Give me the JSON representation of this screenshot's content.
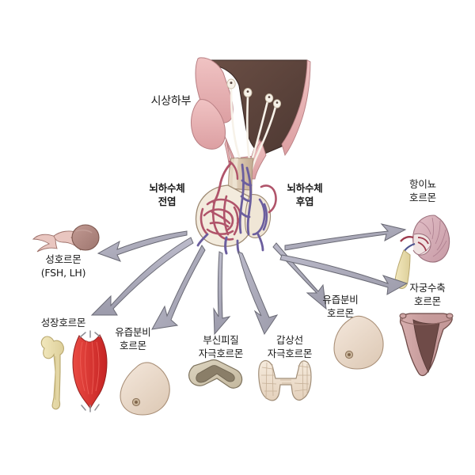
{
  "diagram": {
    "title_region": "hypothalamus-pituitary-hormone-targets",
    "background_color": "#ffffff",
    "arrow_color": "#a9a9b6",
    "arrow_color_alt": "#b3b2c6",
    "arrow_outline": "#5d5d68",
    "text_color": "#1a1a1a"
  },
  "labels": {
    "hypothalamus": "시상하부",
    "pituitary_anterior": "뇌하수체\n전엽",
    "pituitary_posterior": "뇌하수체\n후엽",
    "sex_hormone": "성호르몬\n(FSH, LH)",
    "growth_hormone": "성장호르몬",
    "prolactin_left": "유즙분비\n호르몬",
    "acth": "부신피질\n자극호르몬",
    "tsh": "갑상선\n자극호르몬",
    "prolactin_right": "유즙분비\n호르몬",
    "adh": "항이뇨\n호르몬",
    "oxytocin": "자궁수축\n호르몬"
  },
  "targets": [
    {
      "hormone": "성호르몬\n(FSH, LH)",
      "organ": "ovary",
      "side": "left"
    },
    {
      "hormone": "성장호르몬",
      "organ": "bone-and-muscle",
      "side": "left"
    },
    {
      "hormone": "유즙분비\n호르몬",
      "organ": "breast",
      "side": "bottom-left"
    },
    {
      "hormone": "부신피질\n자극호르몬",
      "organ": "adrenal-gland",
      "side": "bottom"
    },
    {
      "hormone": "갑상선\n자극호르몬",
      "organ": "thyroid-gland",
      "side": "bottom"
    },
    {
      "hormone": "유즙분비\n호르몬",
      "organ": "breast",
      "side": "bottom-right"
    },
    {
      "hormone": "항이뇨\n호르몬",
      "organ": "kidney",
      "side": "right"
    },
    {
      "hormone": "자궁수축\n호르몬",
      "organ": "uterus",
      "side": "right"
    }
  ],
  "colors": {
    "brain_dark": "#584039",
    "brain_pink": "#e3a8aa",
    "brain_pink_light": "#eec0c0",
    "stalk": "#ddc9b4",
    "artery_red": "#b4566b",
    "vein_blue": "#6a5f9c",
    "bone": "#e8dcab",
    "muscle": "#d83030",
    "breast": "#ecdbcb",
    "adrenal_outer": "#d6cdb8",
    "adrenal_inner": "#8a7e68",
    "thyroid": "#f1e3d4",
    "kidney": "#d9b2bb",
    "uterus_light": "#cfa5a5",
    "uterus_dark": "#6f4b48",
    "ovary": "#b08a84"
  },
  "icons": {
    "ovary": "ovary-icon",
    "bone": "femur-bone-icon",
    "muscle": "muscle-icon",
    "breast": "breast-icon",
    "adrenal": "adrenal-gland-icon",
    "thyroid": "thyroid-gland-icon",
    "kidney": "kidney-icon",
    "uterus": "uterus-icon",
    "brain": "hypothalamus-brain-icon",
    "pituitary": "pituitary-gland-icon",
    "arrow": "arrow-icon"
  }
}
